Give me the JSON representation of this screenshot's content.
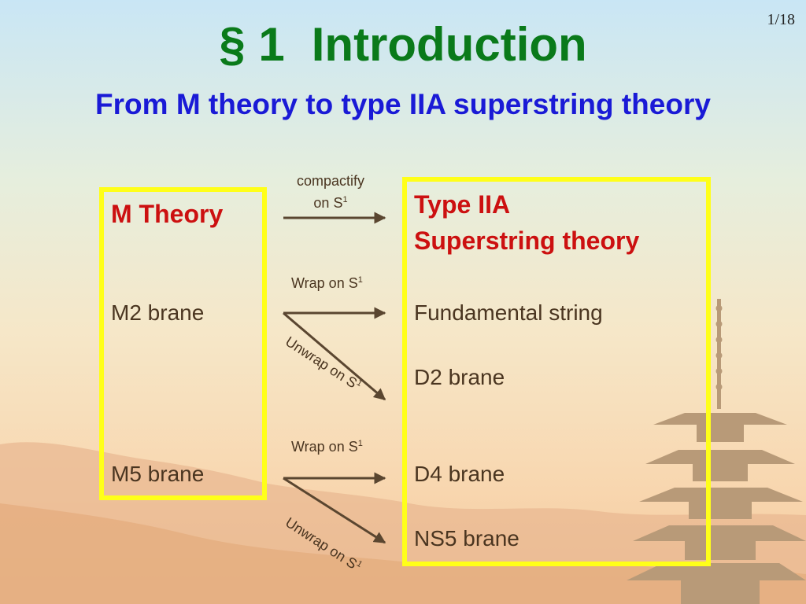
{
  "page_number": "1/18",
  "title": {
    "section": "§ 1",
    "heading": "Introduction"
  },
  "subtitle": "From M theory to type IIA superstring theory",
  "left_box": {
    "header": "M Theory",
    "items": [
      "M2 brane",
      "M5 brane"
    ]
  },
  "right_box": {
    "header_line1": "Type IIA",
    "header_line2": "Superstring theory",
    "items": [
      "Fundamental string",
      "D2 brane",
      "D4 brane",
      "NS5 brane"
    ]
  },
  "arrow_labels": {
    "compactify_line1": "compactify",
    "compactify_line2": "on S",
    "wrap": "Wrap on S",
    "unwrap": "Unwrap on S",
    "superscript": "1"
  },
  "colors": {
    "title": "#0a7a1a",
    "subtitle": "#1a1ad6",
    "header": "#cc1010",
    "box_border": "#ffff19",
    "body_text": "#4a3520",
    "arrow": "#5a4630",
    "pagoda": "#b89a78"
  }
}
